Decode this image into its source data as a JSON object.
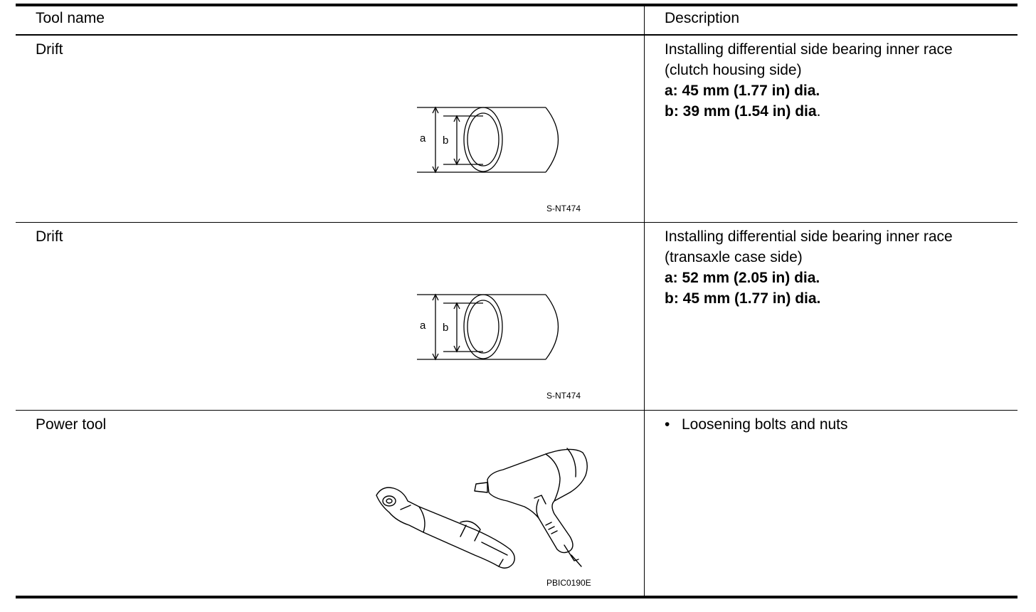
{
  "header": {
    "tool_name": "Tool name",
    "description": "Description"
  },
  "rows": [
    {
      "tool_name": "Drift",
      "desc_lines": [
        "Installing differential side bearing inner race",
        "(clutch housing side)"
      ],
      "spec_a": "a: 45 mm (1.77 in) dia.",
      "spec_b": "b: 39 mm (1.54 in) dia",
      "spec_b_tail": ".",
      "figure_code": "S-NT474",
      "label_a": "a",
      "label_b": "b"
    },
    {
      "tool_name": "Drift",
      "desc_lines": [
        "Installing differential side bearing inner race",
        "(transaxle case side)"
      ],
      "spec_a": "a: 52 mm (2.05 in) dia.",
      "spec_b": "b: 45 mm (1.77 in) dia.",
      "figure_code": "S-NT474",
      "label_a": "a",
      "label_b": "b"
    },
    {
      "tool_name": "Power tool",
      "bullet": "•",
      "desc_item": "Loosening bolts and nuts",
      "figure_code": "PBIC0190E"
    }
  ]
}
